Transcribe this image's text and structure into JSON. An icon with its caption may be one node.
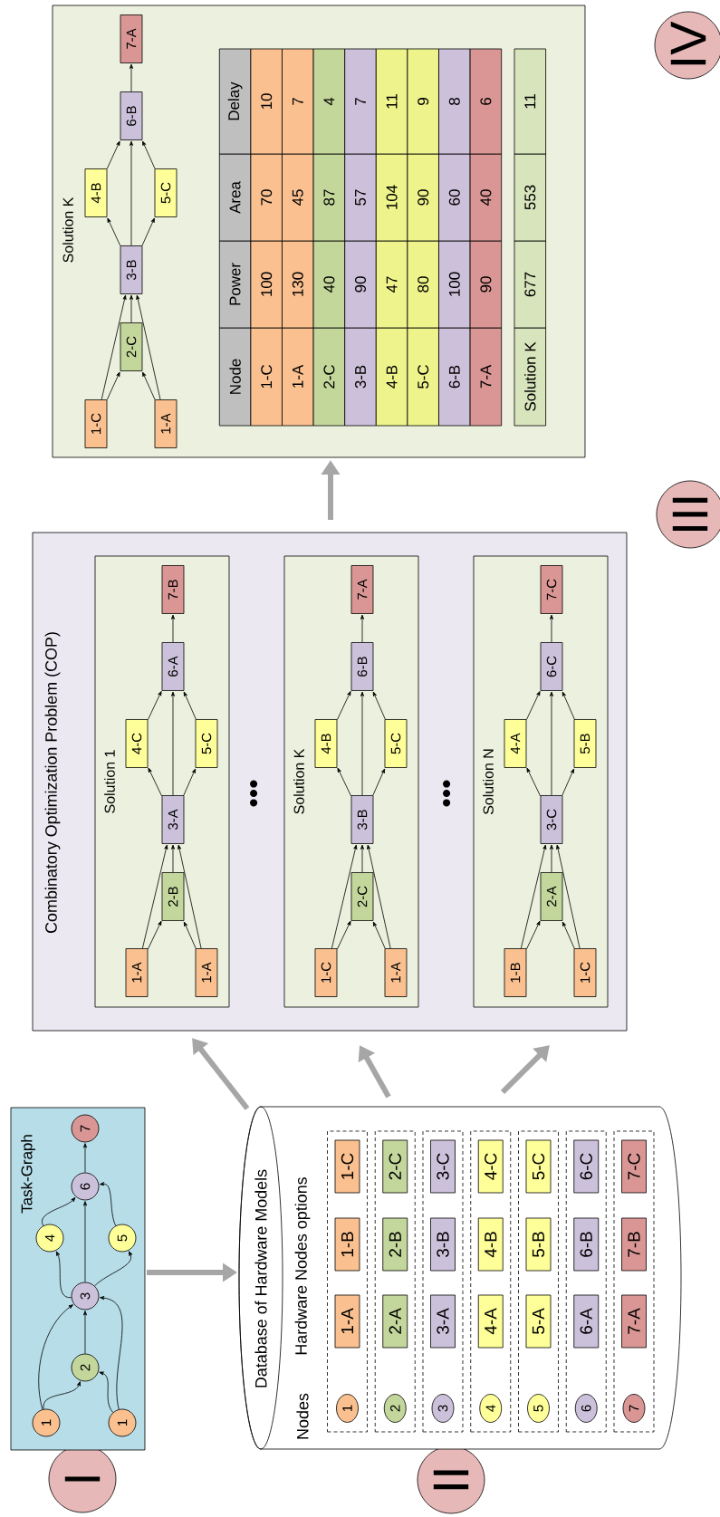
{
  "diagram": {
    "nodes": [
      {
        "text": [
          "I"
        ]
      },
      {
        "text": [
          "Task-Graph"
        ]
      },
      {
        "text": [
          "1"
        ],
        "in": 1
      },
      {
        "text": [
          "1"
        ],
        "in": 1
      },
      {
        "text": [
          "2"
        ],
        "in": 1
      },
      {
        "text": [
          "3"
        ],
        "in": 1
      },
      {
        "text": [
          "4"
        ],
        "in": 1
      },
      {
        "text": [
          "5"
        ],
        "in": 1
      },
      {
        "text": [
          "6"
        ],
        "in": 1
      },
      {
        "text": [
          "7"
        ],
        "in": 1
      },
      {
        "text": [
          "II"
        ]
      },
      {
        "text": [
          "Database of Hardware Models",
          "Nodes",
          "Hardware Nodes options"
        ]
      },
      {
        "text": [],
        "shape": "box",
        "in": 11
      },
      {
        "text": [
          "1"
        ],
        "in": 12
      },
      {
        "text": [
          "1-A"
        ],
        "in": 12
      },
      {
        "text": [
          "1-B"
        ],
        "in": 12
      },
      {
        "text": [
          "1-C"
        ],
        "in": 12
      },
      {
        "text": [],
        "shape": "box",
        "in": 11
      },
      {
        "text": [
          "2"
        ],
        "in": 17
      },
      {
        "text": [
          "2-A"
        ],
        "in": 17
      },
      {
        "text": [
          "2-B"
        ],
        "in": 17
      },
      {
        "text": [
          "2-C"
        ],
        "in": 17
      },
      {
        "text": [],
        "shape": "box",
        "in": 11
      },
      {
        "text": [
          "3"
        ],
        "in": 22
      },
      {
        "text": [
          "3-A"
        ],
        "in": 22
      },
      {
        "text": [
          "3-B"
        ],
        "in": 22
      },
      {
        "text": [
          "3-C"
        ],
        "in": 22
      },
      {
        "text": [],
        "shape": "box",
        "in": 11
      },
      {
        "text": [
          "4"
        ],
        "in": 27
      },
      {
        "text": [
          "4-A"
        ],
        "in": 27
      },
      {
        "text": [
          "4-B"
        ],
        "in": 27
      },
      {
        "text": [
          "4-C"
        ],
        "in": 27
      },
      {
        "text": [],
        "shape": "box",
        "in": 11
      },
      {
        "text": [
          "5"
        ],
        "in": 32
      },
      {
        "text": [
          "5-A"
        ],
        "in": 32
      },
      {
        "text": [
          "5-B"
        ],
        "in": 32
      },
      {
        "text": [
          "5-C"
        ],
        "in": 32
      },
      {
        "text": [],
        "shape": "box",
        "in": 11
      },
      {
        "text": [
          "6"
        ],
        "in": 37
      },
      {
        "text": [
          "6-A"
        ],
        "in": 37
      },
      {
        "text": [
          "6-B"
        ],
        "in": 37
      },
      {
        "text": [
          "6-C"
        ],
        "in": 37
      },
      {
        "text": [],
        "shape": "box",
        "in": 11
      },
      {
        "text": [
          "7"
        ],
        "in": 42
      },
      {
        "text": [
          "7-A"
        ],
        "in": 42
      },
      {
        "text": [
          "7-B"
        ],
        "in": 42
      },
      {
        "text": [
          "7-C"
        ],
        "in": 42
      },
      {
        "text": [
          "III"
        ]
      },
      {
        "text": [
          "Combinatory Optimization Problem (COP)"
        ]
      },
      {
        "text": [
          "Solution 1"
        ],
        "in": 48
      },
      {
        "text": [
          "1-A"
        ],
        "in": 49
      },
      {
        "text": [
          "1-A"
        ],
        "in": 49
      },
      {
        "text": [
          "2-B"
        ],
        "in": 49
      },
      {
        "text": [
          "3-A"
        ],
        "in": 49
      },
      {
        "text": [
          "4-C"
        ],
        "in": 49
      },
      {
        "text": [
          "5-C"
        ],
        "in": 49
      },
      {
        "text": [
          "6-A"
        ],
        "in": 49
      },
      {
        "text": [
          "7-B"
        ],
        "in": 49
      },
      {
        "text": [
          "Solution K"
        ],
        "in": 48
      },
      {
        "text": [
          "1-C"
        ],
        "in": 58
      },
      {
        "text": [
          "1-A"
        ],
        "in": 58
      },
      {
        "text": [
          "2-C"
        ],
        "in": 58
      },
      {
        "text": [
          "3-B"
        ],
        "in": 58
      },
      {
        "text": [
          "4-B"
        ],
        "in": 58
      },
      {
        "text": [
          "5-C"
        ],
        "in": 58
      },
      {
        "text": [
          "6-B"
        ],
        "in": 58
      },
      {
        "text": [
          "7-A"
        ],
        "in": 58
      },
      {
        "text": [
          "Solution N"
        ],
        "in": 48
      },
      {
        "text": [
          "1-B"
        ],
        "in": 67
      },
      {
        "text": [
          "1-C"
        ],
        "in": 67
      },
      {
        "text": [
          "2-A"
        ],
        "in": 67
      },
      {
        "text": [
          "3-C"
        ],
        "in": 67
      },
      {
        "text": [
          "4-A"
        ],
        "in": 67
      },
      {
        "text": [
          "5-B"
        ],
        "in": 67
      },
      {
        "text": [
          "6-C"
        ],
        "in": 67
      },
      {
        "text": [
          "7-C"
        ],
        "in": 67
      },
      {
        "text": [
          "IV"
        ]
      },
      {
        "text": [
          "Solution K"
        ]
      },
      {
        "text": [
          "1-C"
        ],
        "in": 77
      },
      {
        "text": [
          "1-A"
        ],
        "in": 77
      },
      {
        "text": [
          "2-C"
        ],
        "in": 77
      },
      {
        "text": [
          "3-B"
        ],
        "in": 77
      },
      {
        "text": [
          "4-B"
        ],
        "in": 77
      },
      {
        "text": [
          "5-C"
        ],
        "in": 77
      },
      {
        "text": [
          "6-B"
        ],
        "in": 77
      },
      {
        "text": [
          "7-A"
        ],
        "in": 77
      }
    ],
    "edges": [
      {
        "from": 2,
        "to": 4,
        "arrow": "to"
      },
      {
        "from": 2,
        "to": 5,
        "arrow": "to"
      },
      {
        "from": 3,
        "to": 4,
        "arrow": "to"
      },
      {
        "from": 3,
        "to": 5,
        "arrow": "to"
      },
      {
        "from": 4,
        "to": 5,
        "arrow": "to"
      },
      {
        "from": 5,
        "to": 6,
        "arrow": "to"
      },
      {
        "from": 5,
        "to": 7,
        "arrow": "to"
      },
      {
        "from": 5,
        "to": 8,
        "arrow": "to"
      },
      {
        "from": 6,
        "to": 8,
        "arrow": "to"
      },
      {
        "from": 7,
        "to": 8,
        "arrow": "to"
      },
      {
        "from": 8,
        "to": 9,
        "arrow": "to"
      },
      {
        "from": 1,
        "to": 11,
        "arrow": "to",
        "style": "thick",
        "color": "#a6a6a6"
      },
      {
        "from": 11,
        "to": 48,
        "arrow": "to",
        "style": "thick",
        "color": "#a6a6a6"
      },
      {
        "from": 11,
        "to": 48,
        "arrow": "to",
        "style": "thick",
        "color": "#a6a6a6"
      },
      {
        "from": 11,
        "to": 48,
        "arrow": "to",
        "style": "thick",
        "color": "#a6a6a6"
      },
      {
        "from": 50,
        "to": 52,
        "arrow": "to"
      },
      {
        "from": 50,
        "to": 53,
        "arrow": "to"
      },
      {
        "from": 51,
        "to": 52,
        "arrow": "to"
      },
      {
        "from": 51,
        "to": 53,
        "arrow": "to"
      },
      {
        "from": 52,
        "to": 53,
        "arrow": "to"
      },
      {
        "from": 53,
        "to": 54,
        "arrow": "to"
      },
      {
        "from": 53,
        "to": 55,
        "arrow": "to"
      },
      {
        "from": 53,
        "to": 56,
        "arrow": "to"
      },
      {
        "from": 54,
        "to": 56,
        "arrow": "to"
      },
      {
        "from": 55,
        "to": 56,
        "arrow": "to"
      },
      {
        "from": 56,
        "to": 57,
        "arrow": "to"
      },
      {
        "from": 59,
        "to": 61,
        "arrow": "to"
      },
      {
        "from": 59,
        "to": 62,
        "arrow": "to"
      },
      {
        "from": 60,
        "to": 61,
        "arrow": "to"
      },
      {
        "from": 60,
        "to": 62,
        "arrow": "to"
      },
      {
        "from": 61,
        "to": 62,
        "arrow": "to"
      },
      {
        "from": 62,
        "to": 63,
        "arrow": "to"
      },
      {
        "from": 62,
        "to": 64,
        "arrow": "to"
      },
      {
        "from": 62,
        "to": 65,
        "arrow": "to"
      },
      {
        "from": 63,
        "to": 65,
        "arrow": "to"
      },
      {
        "from": 64,
        "to": 65,
        "arrow": "to"
      },
      {
        "from": 65,
        "to": 66,
        "arrow": "to"
      },
      {
        "from": 68,
        "to": 70,
        "arrow": "to"
      },
      {
        "from": 68,
        "to": 71,
        "arrow": "to"
      },
      {
        "from": 69,
        "to": 70,
        "arrow": "to"
      },
      {
        "from": 69,
        "to": 71,
        "arrow": "to"
      },
      {
        "from": 70,
        "to": 71,
        "arrow": "to"
      },
      {
        "from": 71,
        "to": 72,
        "arrow": "to"
      },
      {
        "from": 71,
        "to": 73,
        "arrow": "to"
      },
      {
        "from": 71,
        "to": 74,
        "arrow": "to"
      },
      {
        "from": 72,
        "to": 74,
        "arrow": "to"
      },
      {
        "from": 73,
        "to": 74,
        "arrow": "to"
      },
      {
        "from": 74,
        "to": 75,
        "arrow": "to"
      },
      {
        "from": 48,
        "to": 77,
        "arrow": "to",
        "style": "thick",
        "color": "#a6a6a6"
      },
      {
        "from": 78,
        "to": 80,
        "arrow": "to"
      },
      {
        "from": 78,
        "to": 81,
        "arrow": "to"
      },
      {
        "from": 79,
        "to": 80,
        "arrow": "to"
      },
      {
        "from": 79,
        "to": 81,
        "arrow": "to"
      },
      {
        "from": 80,
        "to": 81,
        "arrow": "to"
      },
      {
        "from": 81,
        "to": 82,
        "arrow": "to"
      },
      {
        "from": 81,
        "to": 83,
        "arrow": "to"
      },
      {
        "from": 81,
        "to": 84,
        "arrow": "to"
      },
      {
        "from": 82,
        "to": 84,
        "arrow": "to"
      },
      {
        "from": 83,
        "to": 84,
        "arrow": "to"
      },
      {
        "from": 84,
        "to": 85,
        "arrow": "to"
      }
    ],
    "labels": [
      "•••",
      "•••",
      "Node",
      "Power",
      "Area",
      "Delay",
      "1-C",
      "100",
      "70",
      "10",
      "1-A",
      "130",
      "45",
      "7",
      "2-C",
      "40",
      "87",
      "4",
      "3-B",
      "90",
      "57",
      "7",
      "4-B",
      "47",
      "104",
      "11",
      "5-C",
      "80",
      "90",
      "9",
      "6-B",
      "100",
      "60",
      "8",
      "7-A",
      "90",
      "40",
      "6",
      "Solution K",
      "677",
      "553",
      "11"
    ]
  }
}
